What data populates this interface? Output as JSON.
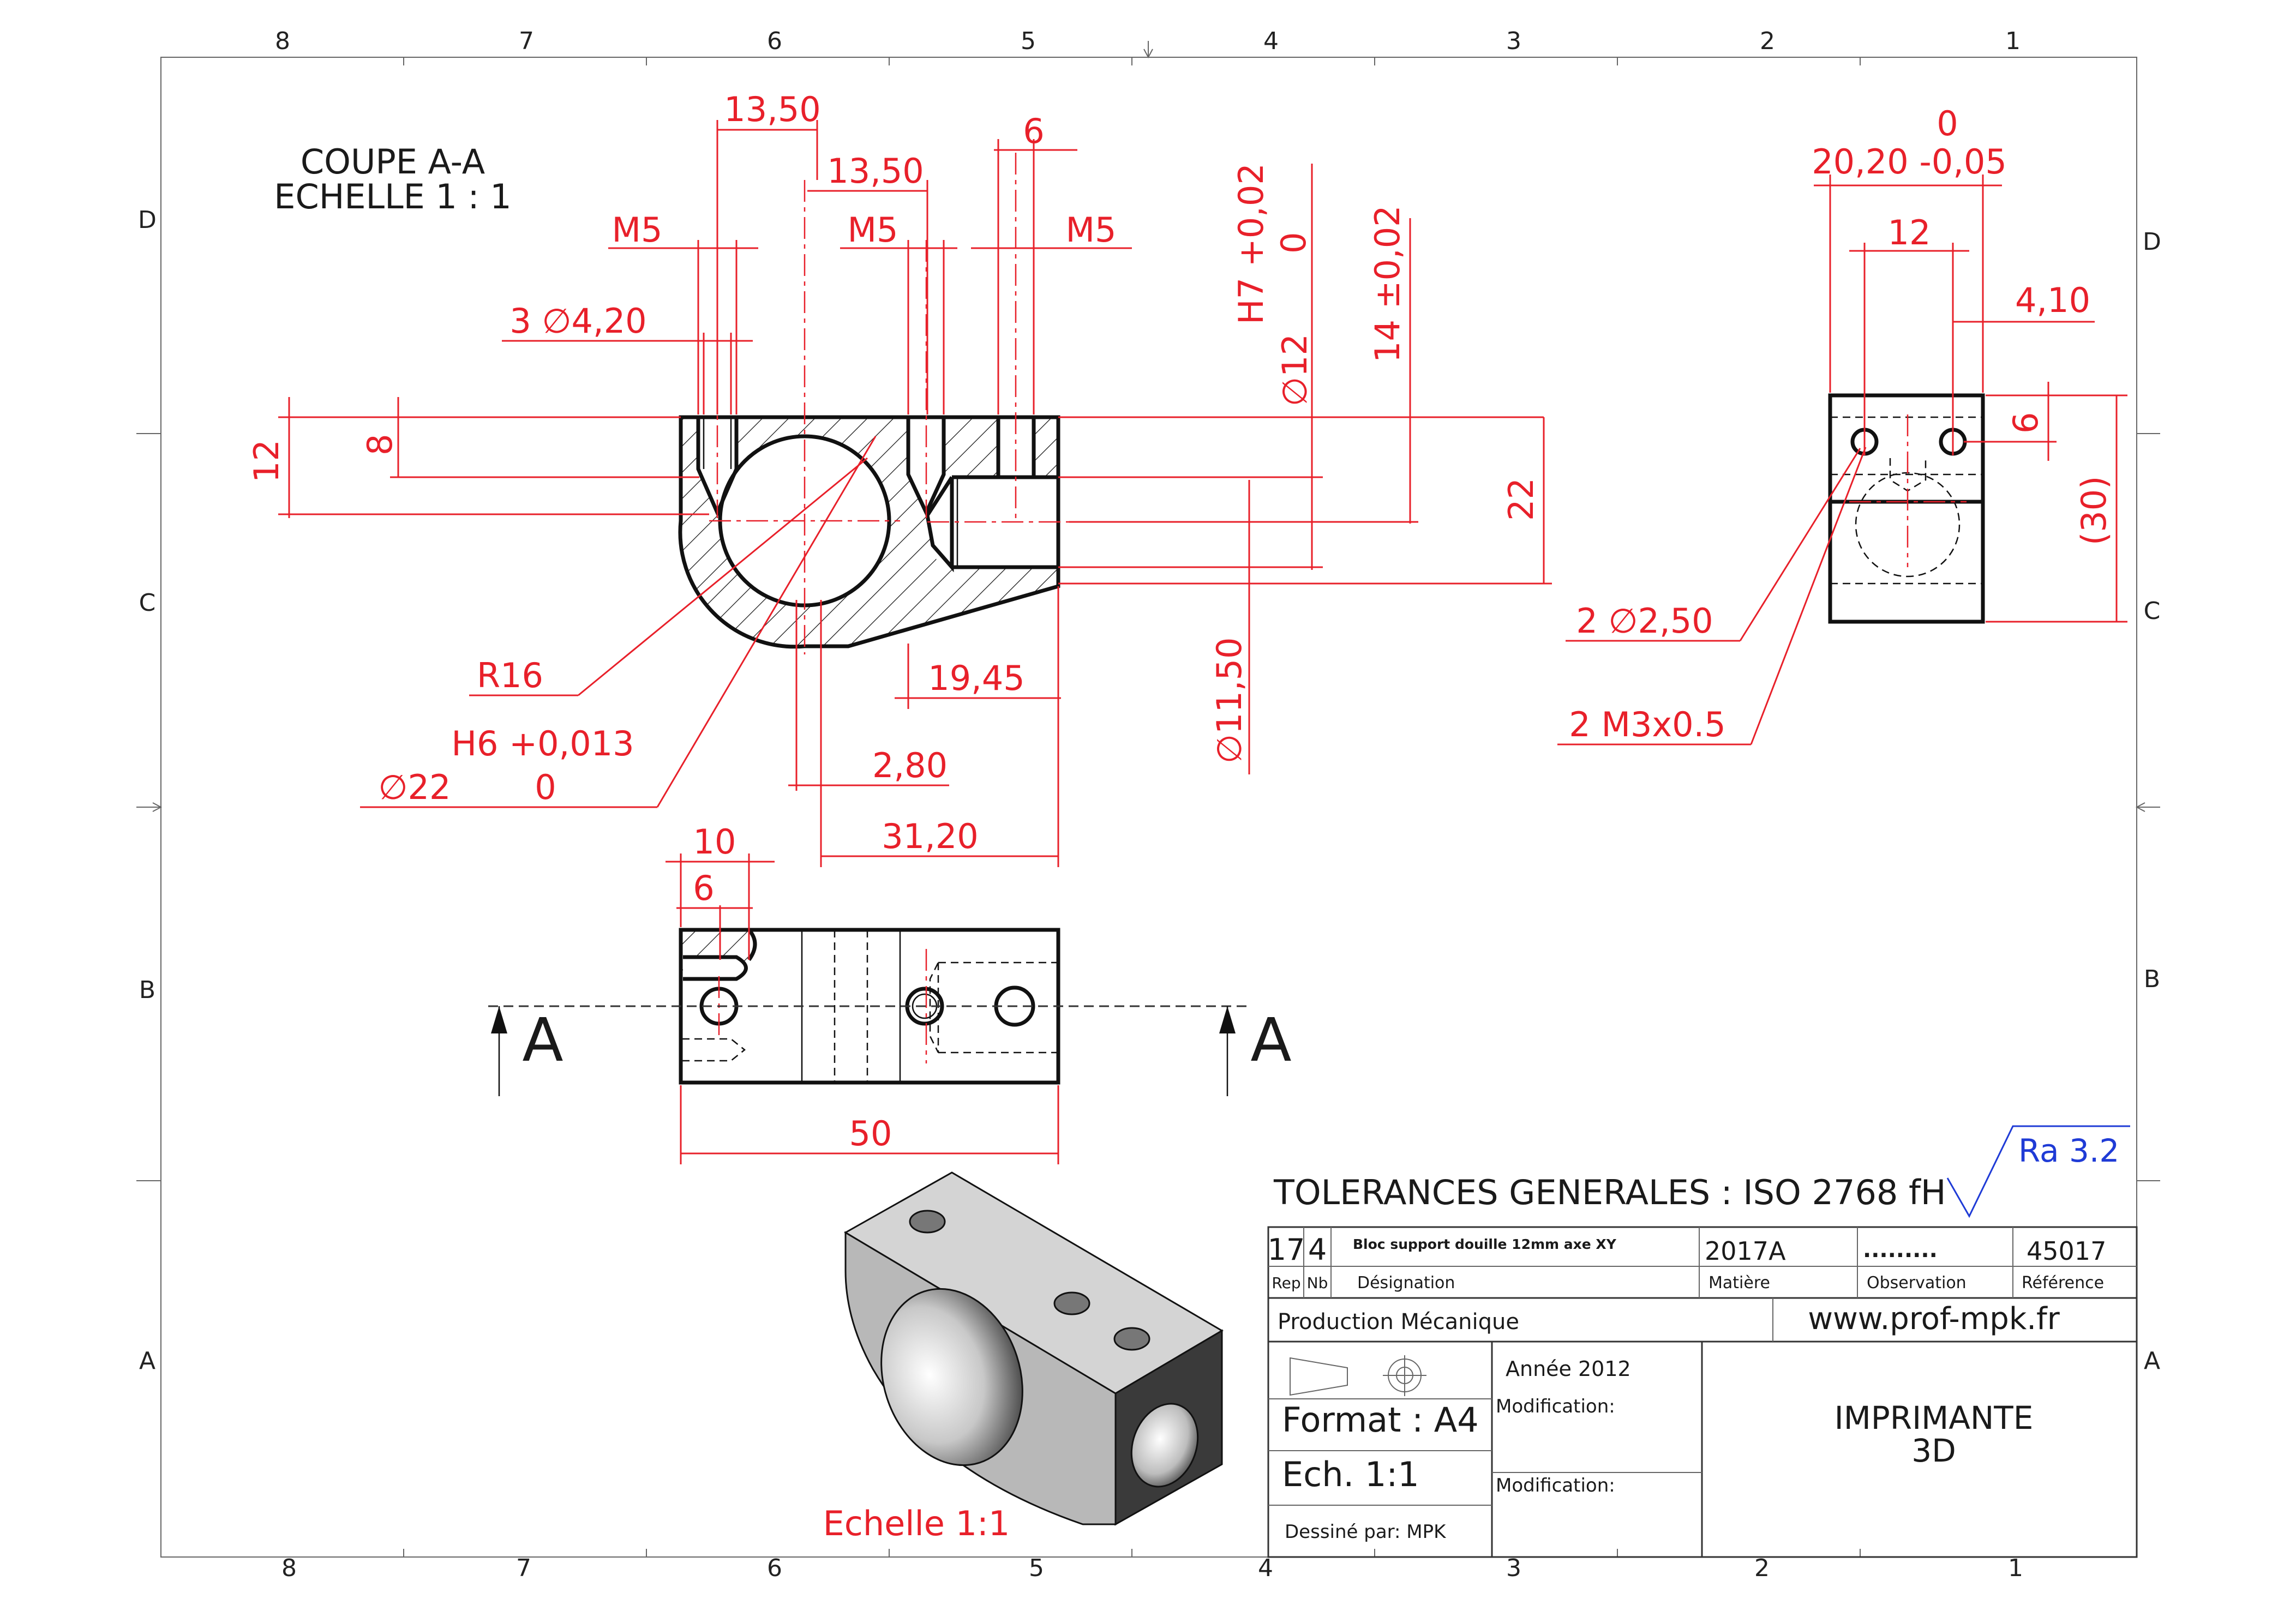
{
  "border": {
    "columns_top": [
      "8",
      "7",
      "6",
      "5",
      "4",
      "3",
      "2",
      "1"
    ],
    "columns_bottom": [
      "8",
      "7",
      "6",
      "5",
      "4",
      "3",
      "2",
      "1"
    ],
    "rows_left": [
      "D",
      "C",
      "B",
      "A"
    ],
    "rows_right": [
      "D",
      "C",
      "B",
      "A"
    ]
  },
  "section_view": {
    "title_line1": "COUPE A-A",
    "title_line2": "ECHELLE 1 : 1"
  },
  "dimensions": {
    "d_13_50_top": "13,50",
    "d_13_50_mid": "13,50",
    "d_6_top": "6",
    "m5_left": "M5",
    "m5_mid": "M5",
    "m5_right": "M5",
    "holes_3x4_20": "3 ∅4,20",
    "h7_tol_upper": "H7 +0,02",
    "h7_tol_lower": "0",
    "dia_12": "∅12",
    "d_14_tol": "14 ±0,02",
    "d_12_left": "12",
    "d_8_left": "8",
    "d_22_right": "22",
    "r16": "R16",
    "h6_tol": "H6 +0,013",
    "dia_22": "∅22",
    "dia_22_lower": "0",
    "d_19_45": "19,45",
    "d_2_80": "2,80",
    "d_31_20": "31,20",
    "dia_11_50": "∅11,50",
    "d_10_top": "10",
    "d_6_top2": "6",
    "d_50": "50",
    "section_mark_left": "A",
    "section_mark_right": "A",
    "side_zero": "0",
    "side_20_20": "20,20  -0,05",
    "side_12": "12",
    "side_4_10": "4,10",
    "side_6": "6",
    "side_30": "(30)",
    "side_holes_dia": "2 ∅2,50",
    "side_holes_thread": "2 M3x0.5"
  },
  "iso_caption": "Echelle 1:1",
  "tolerances_general": "TOLERANCES GENERALES : ISO 2768 fH",
  "roughness": "Ra 3.2",
  "title_block": {
    "rep_value": "17",
    "nb_value": "4",
    "designation_value": "Bloc support douille 12mm axe XY",
    "matiere_value": "2017A",
    "observation_value": ".........",
    "reference_value": "45017",
    "rep_label": "Rep",
    "nb_label": "Nb",
    "designation_label": "Désignation",
    "matiere_label": "Matière",
    "observation_label": "Observation",
    "reference_label": "Référence",
    "production": "Production Mécanique",
    "website": "www.prof-mpk.fr",
    "annee": "Année 2012",
    "format": "Format : A4",
    "echelle": "Ech. 1:1",
    "dessine": "Dessiné par: MPK",
    "modification1": "Modification:",
    "modification2": "Modification:",
    "project_line1": "IMPRIMANTE",
    "project_line2": "3D"
  },
  "colors": {
    "dimension": "#e8202a",
    "outline": "#111111",
    "roughness": "#1f3bd6",
    "iso_face_top": "#d2d2d2",
    "iso_face_left": "#b5b5b5",
    "iso_face_right": "#3a3a3a"
  }
}
